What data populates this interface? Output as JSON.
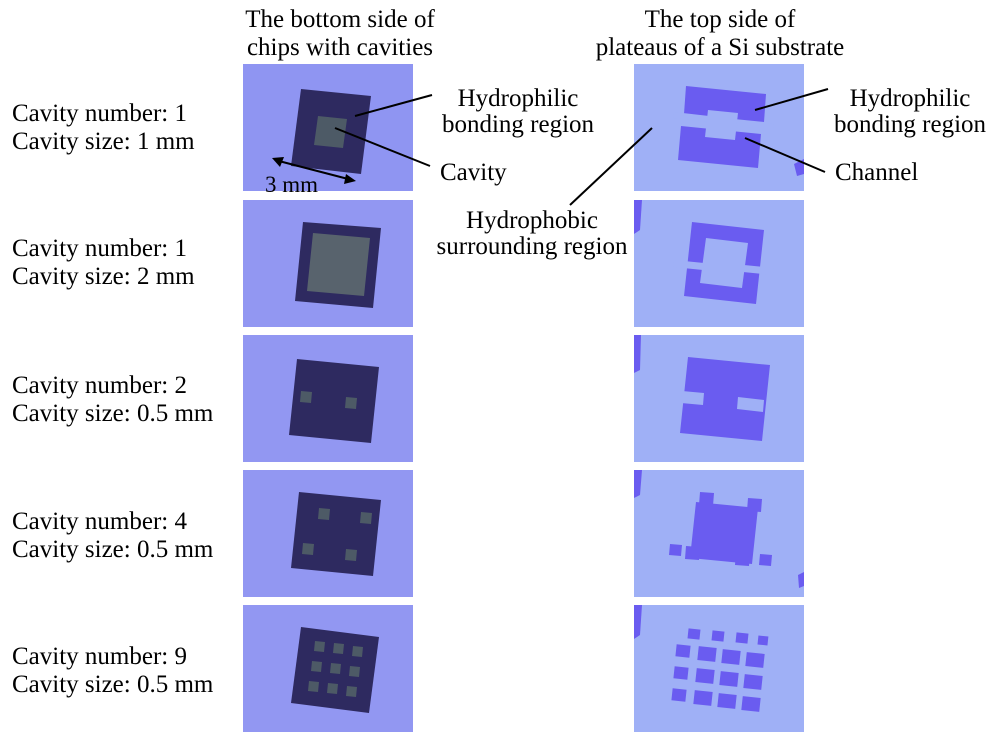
{
  "headers": {
    "left": [
      "The bottom side of",
      "chips with cavities"
    ],
    "right": [
      "The top side of",
      "plateaus of a Si substrate"
    ]
  },
  "rows": [
    {
      "cavity_number": "Cavity number: 1",
      "cavity_size": "Cavity size: 1 mm"
    },
    {
      "cavity_number": "Cavity number: 1",
      "cavity_size": "Cavity size: 2 mm"
    },
    {
      "cavity_number": "Cavity number: 2",
      "cavity_size": "Cavity size: 0.5 mm"
    },
    {
      "cavity_number": "Cavity number: 4",
      "cavity_size": "Cavity size: 0.5 mm"
    },
    {
      "cavity_number": "Cavity number: 9",
      "cavity_size": "Cavity size: 0.5 mm"
    }
  ],
  "annotations": {
    "hydrophilic_left": [
      "Hydrophilic",
      "bonding region"
    ],
    "cavity": "Cavity",
    "scale": "3 mm",
    "hydrophobic": [
      "Hydrophobic",
      "surrounding region"
    ],
    "hydrophilic_right": [
      "Hydrophilic",
      "bonding region"
    ],
    "channel": "Channel"
  },
  "colors": {
    "background_blue": "#8f95f2",
    "chip_dark": "#2e2a60",
    "cavity_gray": "#4d5a66",
    "plateau": "#6a5cf0",
    "substrate_light": "#9fb0f6"
  }
}
